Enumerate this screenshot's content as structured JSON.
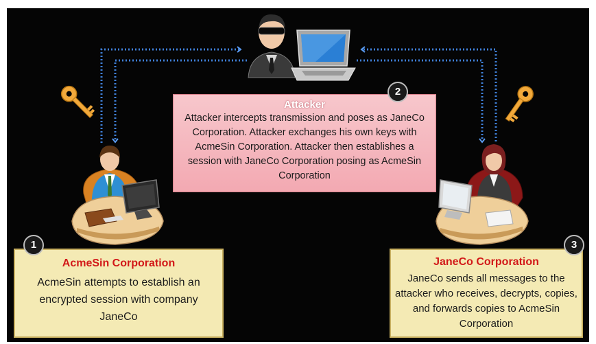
{
  "attacker": {
    "badge": "2",
    "title": "Attacker",
    "text": "Attacker intercepts transmission and poses as JaneCo Corporation. Attacker exchanges his own keys with AcmeSin Corporation. Attacker then establishes a session with JaneCo Corporation posing as AcmeSin Corporation"
  },
  "acmesin": {
    "badge": "1",
    "title": "AcmeSin Corporation",
    "text": "AcmeSin attempts to establish an encrypted session with company JaneCo"
  },
  "janeco": {
    "badge": "3",
    "title": "JaneCo Corporation",
    "text": "JaneCo sends all messages to the attacker who receives, decrypts, copies, and forwards copies to AcmeSin Corporation"
  },
  "icons": [
    "attacker-figure-icon",
    "laptop-icon",
    "key-icon",
    "businessman-at-desk-icon",
    "businesswoman-at-desk-icon"
  ],
  "colors": {
    "background": "#050505",
    "arrow": "#3f7fd6",
    "attacker_box": "#f3b3bb",
    "note_box": "#f4eab4",
    "note_title": "#d21919",
    "key": "#f2a93b"
  }
}
